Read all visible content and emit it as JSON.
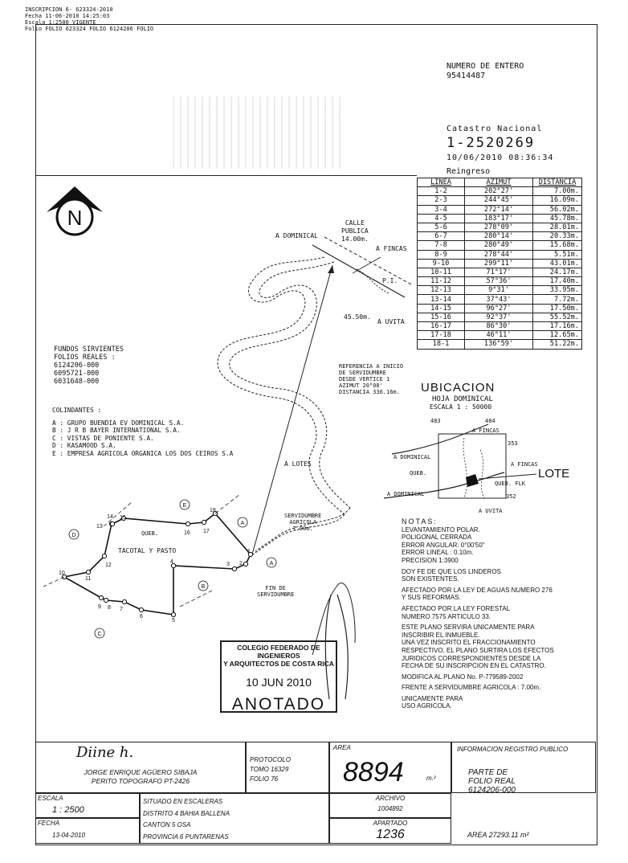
{
  "header_stamp": {
    "line1": "INSCRIPCION    6- 623324-2010",
    "line2": "Fecha         11-06-2010  14:25:03",
    "line3": "Escala         1:2500  VIGENTE",
    "line4": "Folio FOLIO 623324 FOLIO 6124206 FOLIO"
  },
  "entry": {
    "label": "NUMERO DE ENTERO",
    "number": "95414487"
  },
  "catastro": {
    "label": "Catastro Nacional",
    "number": "1-2520269",
    "datetime": "10/06/2010 08:36:34",
    "status": "Reingreso"
  },
  "azimuth_table": {
    "headers": [
      "LINEA",
      "AZIMUT",
      "DISTANCIA"
    ],
    "rows": [
      [
        "1-2",
        "202°27'",
        "7.00m."
      ],
      [
        "2-3",
        "244°45'",
        "16.09m."
      ],
      [
        "3-4",
        "272°14'",
        "56.02m."
      ],
      [
        "4-5",
        "183°17'",
        "45.78m."
      ],
      [
        "5-6",
        "278°09'",
        "28.01m."
      ],
      [
        "6-7",
        "280°14'",
        "20.33m."
      ],
      [
        "7-8",
        "280°49'",
        "15.68m."
      ],
      [
        "8-9",
        "278°44'",
        "5.51m."
      ],
      [
        "9-10",
        "299°11'",
        "43.01m."
      ],
      [
        "10-11",
        "71°17'",
        "24.17m."
      ],
      [
        "11-12",
        "57°36'",
        "17.40m."
      ],
      [
        "12-13",
        "9°31'",
        "33.95m."
      ],
      [
        "13-14",
        "37°43'",
        "7.72m."
      ],
      [
        "14-15",
        "96°27'",
        "17.50m."
      ],
      [
        "15-16",
        "92°37'",
        "55.52m."
      ],
      [
        "16-17",
        "86°30'",
        "17.16m."
      ],
      [
        "17-18",
        "46°11'",
        "12.65m."
      ],
      [
        "18-1",
        "136°59'",
        "51.22m."
      ]
    ]
  },
  "fundos": {
    "title1": "FUNDOS SIRVIENTES",
    "title2": "FOLIOS REALES :",
    "folios": [
      "6124206-000",
      "6095721-000",
      "6031648-000"
    ]
  },
  "colindantes": {
    "title": "COLINDANTES :",
    "items": [
      "A : GRUPO BUENDIA EV DOMINICAL S.A.",
      "B : J R B BAYER INTERNATIONAL S.A.",
      "C : VISTAS DE PONIENTE S.A.",
      "D : KASAMOOD S.A.",
      "E : EMPRESA AGRICOLA ORGANICA LOS DOS CEIROS S.A"
    ]
  },
  "map_labels": {
    "north": "N",
    "calle": "CALLE",
    "publica": "PUBLICA",
    "width": "14.00m.",
    "a_dominical": "A DOMINICAL",
    "a_fincas": "A FINCAS",
    "a_uvita": "A UVITA",
    "pi": "P.I.",
    "d4550": "45.50m.",
    "ref1": "REFERENCIA A INICIO",
    "ref2": "DE SERVIDUMBRE",
    "ref3": "DESDE VERTICE 1",
    "ref4": "AZIMUT 20°08'",
    "ref5": "DISTANCIA 336.16m.",
    "a_lotes": "A LOTES",
    "serv1": "SERVIDUMBRE",
    "serv2": "AGRICOLA",
    "serv3": "7.00m.",
    "fin1": "FIN DE",
    "fin2": "SERVIDUMBRE",
    "tacotal": "TACOTAL Y PASTO",
    "queb": "QUEB."
  },
  "ubicacion": {
    "title": "UBICACION",
    "hoja": "HOJA DOMINICAL",
    "escala": "ESCALA 1 : 50000",
    "lote": "LOTE",
    "n483": "483",
    "n484": "484",
    "n353": "353",
    "n352": "352",
    "a_dominical": "A DOMINICAL",
    "a_fincas": "A FINCAS",
    "a_uvita": "A UVITA",
    "queb": "QUEB.",
    "queb_flk": "QUEB. FLK"
  },
  "notas": {
    "title": "NOTAS:",
    "lines": [
      "LEVANTAMIENTO POLAR.",
      "POLIGONAL CERRADA",
      "ERROR ANGULAR: 0°00'50\"",
      "ERROR LINEAL : 0.10m.",
      "PRECISION 1:3900",
      "",
      "DOY FE DE QUE LOS LINDEROS",
      "SON EXISTENTES.",
      "",
      "AFECTADO POR LA LEY DE AGUAS NUMERO 276",
      "Y SUS REFORMAS.",
      "",
      "AFECTADO POR LA LEY FORESTAL",
      "NUMERO 7575 ARTICULO 33.",
      "",
      "ESTE PLANO SERVIRA UNICAMENTE PARA",
      "INSCRIBIR EL INMUEBLE.",
      "UNA VEZ INSCRITO EL FRACCIONAMIENTO",
      "RESPECTIVO, EL PLANO SURTIRA LOS EFECTOS",
      "JURIDICOS CORRESPONDIENTES DESDE LA",
      "FECHA DE SU INSCRIPCION EN EL CATASTRO.",
      "",
      "MODIFICA AL PLANO No. P-779589-2002",
      "",
      "FRENTE A SERVIDUMBRE AGRICOLA : 7.00m.",
      "",
      "UNICAMENTE PARA",
      "USO AGRICOLA."
    ]
  },
  "stamp": {
    "line1": "COLEGIO FEDERADO DE INGENIEROS",
    "line2": "Y ARQUITECTOS DE COSTA RICA",
    "date": "10 JUN 2010",
    "status": "ANOTADO"
  },
  "footer": {
    "signature_text": "Diine h.",
    "surveyor_name": "JORGE ENRIQUE AGÜERO SIBAJA",
    "surveyor_title": "PERITO TOPOGRAFO PT-2426",
    "protocolo": "PROTOCOLO",
    "tomo": "TOMO 16329",
    "folio": "FOLIO 76",
    "area_label": "AREA",
    "area_value": "8894",
    "area_unit": "m.²",
    "info_title": "INFORMACION REGISTRO PUBLICO",
    "parte_de": "PARTE DE",
    "folio_real_label": "FOLIO REAL",
    "folio_real": "6124206-000",
    "escala_label": "ESCALA",
    "escala_value": "1 : 2500",
    "location": [
      "SITUADO EN ESCALERAS",
      "DISTRITO 4 BAHIA BALLENA",
      "CANTON 5 OSA",
      "PROVINCIA 6 PUNTARENAS"
    ],
    "archivo_label": "ARCHIVO",
    "archivo_value": "1004892",
    "fecha_label": "FECHA",
    "fecha_value": "13-04-2010",
    "apartado_label": "APARTADO",
    "apartado_value": "1236",
    "area_total": "AREA 27293.11 m²"
  }
}
